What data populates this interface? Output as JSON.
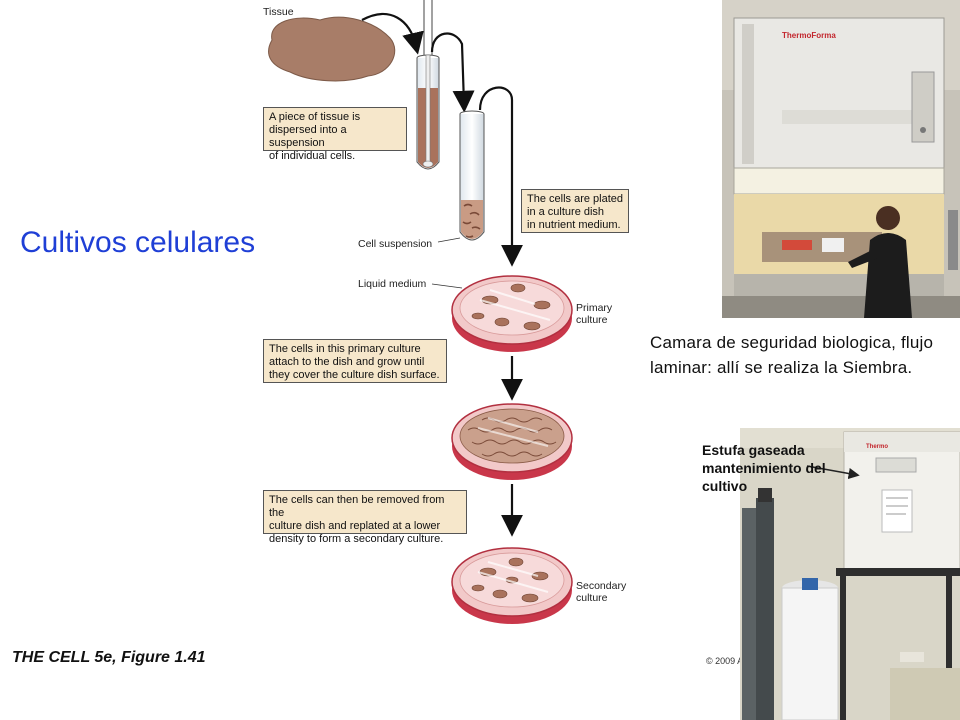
{
  "slide": {
    "title": "Cultivos celulares"
  },
  "figure": {
    "label_tissue": "Tissue",
    "label_cell_suspension": "Cell suspension",
    "label_liquid_medium": "Liquid medium",
    "label_primary_culture": "Primary\nculture",
    "label_secondary_culture": "Secondary\nculture",
    "callout_1": "A piece of tissue is\ndispersed into a suspension\nof individual cells.",
    "callout_2": "The cells are plated\nin a culture dish\nin nutrient medium.",
    "callout_3": "The cells in this primary culture\nattach to the dish and grow until\nthey cover the culture dish surface.",
    "callout_4": "The cells can then be removed from the\nculture dish and replated at a lower\ndensity to form a secondary culture.",
    "credit": "THE CELL 5e, Figure 1.41",
    "copyright": "© 2009 A",
    "colors": {
      "tissue": "#a87d68",
      "callout_fill": "#f6e7cb",
      "dish_rim": "#c9374a",
      "dish_medium": "#f2c9c9"
    }
  },
  "photos": {
    "cabinet_brand": "ThermoForma",
    "cabinet_caption": "Camara de seguridad biologica, flujo laminar: allí se realiza la Siembra.",
    "incubator_brand": "Thermo",
    "incubator_caption": "Estufa gaseada mantenimiento del cultivo"
  }
}
